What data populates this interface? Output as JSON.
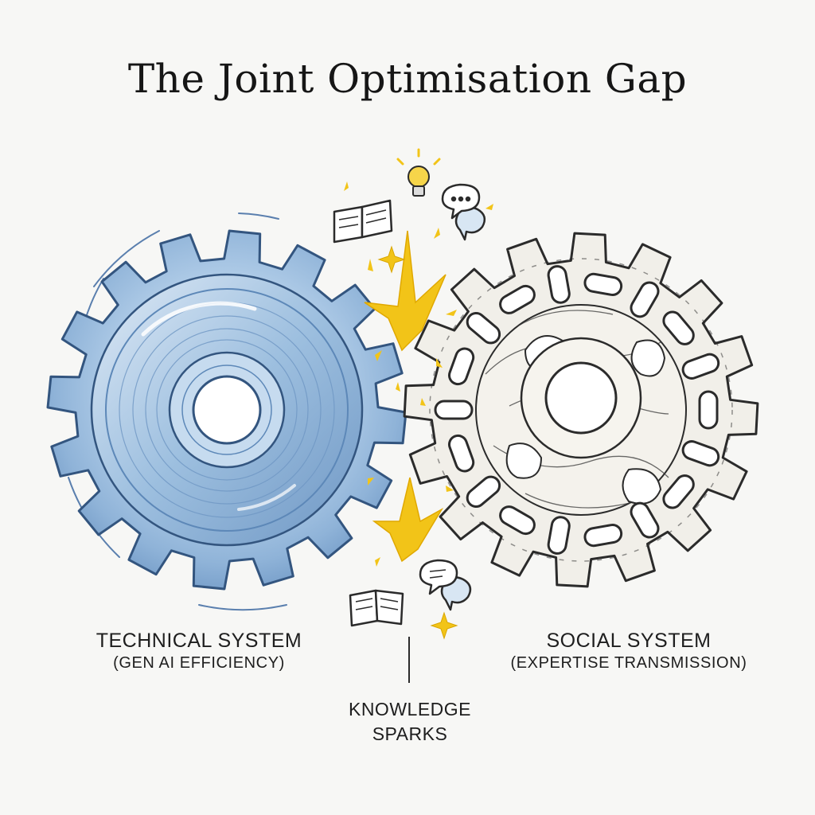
{
  "title": "The Joint Optimisation Gap",
  "technical": {
    "title": "TECHNICAL SYSTEM",
    "subtitle": "(GEN AI EFFICIENCY)"
  },
  "social": {
    "title": "SOCIAL SYSTEM",
    "subtitle": "(EXPERTISE TRANSMISSION)"
  },
  "sparks": {
    "line1": "KNOWLEDGE",
    "line2": "SPARKS"
  },
  "colors": {
    "metal_gear": "#9ec1e0",
    "metal_dark": "#5d88b8",
    "spark": "#f2c418",
    "ink": "#2b2b2b"
  },
  "icons": [
    "open-book-icon",
    "speech-bubbles-icon",
    "light-bulb-icon",
    "sparkle-icon"
  ]
}
